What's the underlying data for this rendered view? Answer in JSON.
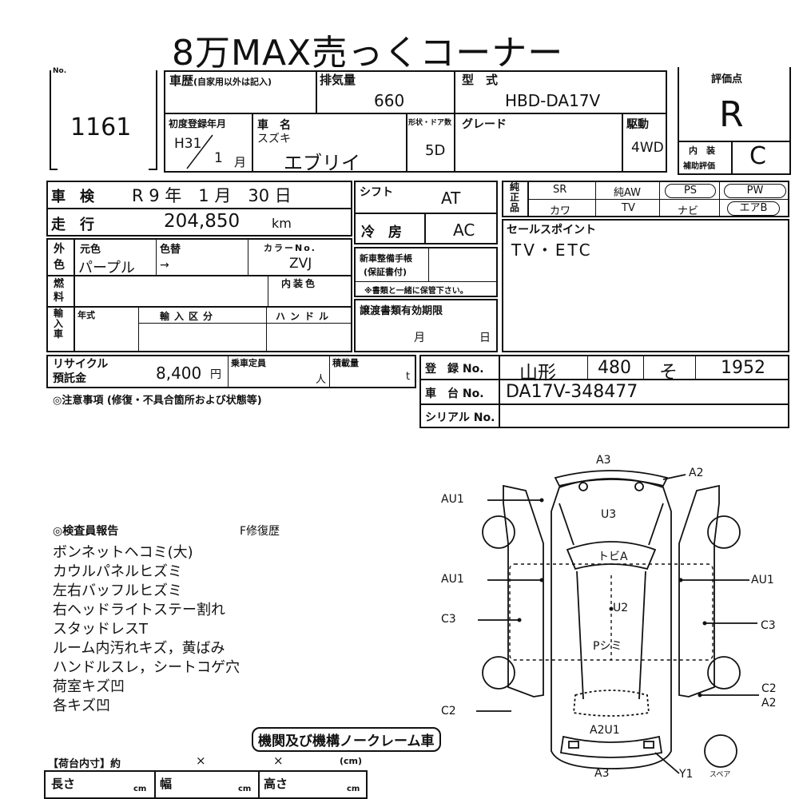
{
  "title": "8万MAX売っくコーナー",
  "lot": {
    "label": "No.",
    "number": "1161"
  },
  "history": {
    "label": "車歴",
    "note": "(自家用以外は記入)"
  },
  "displacement": {
    "label": "排気量",
    "value": "660"
  },
  "model_type": {
    "label": "型　式",
    "value": "HBD-DA17V"
  },
  "first_reg": {
    "label": "初度登録年月",
    "era": "H31",
    "month": "1",
    "month_unit": "月"
  },
  "car_name": {
    "label": "車　名",
    "maker": "スズキ",
    "name": "エブリイ"
  },
  "doors": {
    "label": "形状・ドア数",
    "value": "5D"
  },
  "grade": {
    "label": "グレード",
    "value": ""
  },
  "drive": {
    "label": "駆動",
    "value": "4WD"
  },
  "rating": {
    "label": "評価点",
    "value": "R",
    "interior_label": "内　装",
    "interior_sub": "補助評価",
    "interior_value": "C"
  },
  "inspection": {
    "label": "車　検",
    "value": "R 9 年　1 月　30 日"
  },
  "mileage": {
    "label": "走　行",
    "value": "204,850",
    "unit": "km"
  },
  "shift": {
    "label": "シフト",
    "value": "AT"
  },
  "ac": {
    "label": "冷　房",
    "value": "AC"
  },
  "equipment": {
    "label": "純正品",
    "row1": [
      "SR",
      "純AW",
      "PS",
      "PW"
    ],
    "row2": [
      "カワ",
      "TV",
      "ナビ",
      "エアB"
    ]
  },
  "color": {
    "label": "外色",
    "orig_label": "元色",
    "change_label": "色替",
    "orig_value": "パープル",
    "arrow": "→",
    "code_label": "カラーNo.",
    "code_value": "ZVJ"
  },
  "fuel": {
    "label": "燃料",
    "interior_color_label": "内装色"
  },
  "import": {
    "label": "輸入車",
    "year_label": "年式",
    "category_label": "輸入区分",
    "handle_label": "ハンドル"
  },
  "maintenance": {
    "label": "新車整備手帳",
    "sub": "(保証書付)",
    "note": "※書類と一緒に保管下さい。"
  },
  "transfer": {
    "label": "譲渡書類有効期限",
    "month": "月",
    "day": "日"
  },
  "sales_point": {
    "label": "セールスポイント",
    "value": "TV・ETC"
  },
  "recycle": {
    "label1": "リサイクル",
    "label2": "預託金",
    "value": "8,400",
    "unit": "円"
  },
  "capacity": {
    "label": "乗車定員",
    "unit": "人"
  },
  "load": {
    "label": "積載量",
    "unit": "t"
  },
  "notes_header": "◎注意事項 (修復・不具合箇所および状態等)",
  "registration": {
    "label": "登　録 No.",
    "place": "山形",
    "class": "480",
    "kana": "そ",
    "number": "1952"
  },
  "chassis": {
    "label": "車　台 No.",
    "value": "DA17V-348477"
  },
  "serial": {
    "label": "シリアル No.",
    "value": ""
  },
  "inspector": {
    "header": "◎検査員報告",
    "repair": "F修復歴",
    "items": [
      "ボンネットヘコミ(大)",
      "カウルパネルヒズミ",
      "左右バッフルヒズミ",
      "右ヘッドライトステー割れ",
      "スタッドレスT",
      "ルーム内汚れキズ，黄ばみ",
      "ハンドルスレ，シートコゲ穴",
      "荷室キズ凹",
      "各キズ凹"
    ]
  },
  "no_claim": "機関及び機構ノークレーム車",
  "cargo": {
    "label": "【荷台内寸】約",
    "x1": "×",
    "x2": "×",
    "unit_cm": "(cm)",
    "length": "長さ",
    "width": "幅",
    "height": "高さ",
    "cm": "cm"
  },
  "diagram": {
    "labels": {
      "a3_top": "A3",
      "a2_top": "A2",
      "au1_left_top": "AU1",
      "u3": "U3",
      "au1_left_mid": "AU1",
      "au1_right": "AU1",
      "tobi": "トビA",
      "u2": "U2",
      "c3_left": "C3",
      "c3_right": "C3",
      "p_shimi": "Pシミ",
      "c2_right": "C2",
      "a2_right": "A2",
      "c2_left": "C2",
      "a2u1": "A2U1",
      "a3_bottom": "A3",
      "y1": "Y1",
      "spare": "スペア"
    }
  }
}
